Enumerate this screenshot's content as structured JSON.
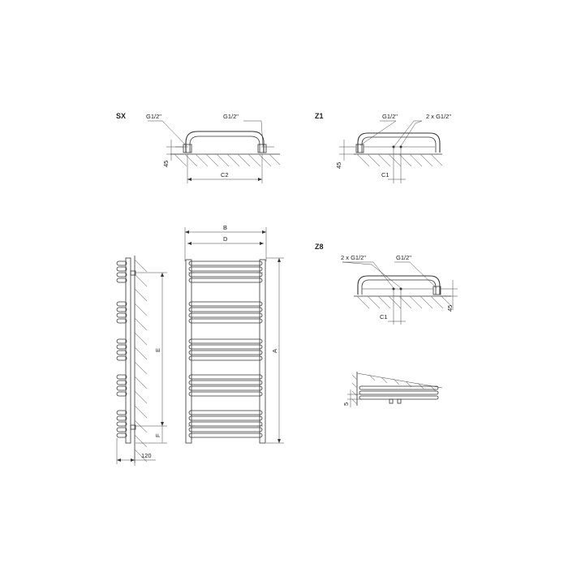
{
  "views": {
    "sx": {
      "title": "SX",
      "left_connector": "G1/2\"",
      "right_connector": "G1/2\"",
      "height_dim": "45",
      "width_dim": "C2"
    },
    "z1": {
      "title": "Z1",
      "left_connector": "G1/2\"",
      "right_connector": "2 x G1/2\"",
      "height_dim": "45",
      "offset_dim": "C1"
    },
    "z8": {
      "title": "Z8",
      "left_connector": "2 x G1/2\"",
      "right_connector": "G1/2\"",
      "height_dim": "45",
      "offset_dim": "C1"
    },
    "front": {
      "overall_width": "B",
      "inner_width": "D",
      "height": "A"
    },
    "side": {
      "axis_spacing": "E",
      "bottom_offset": "F",
      "depth": "120"
    },
    "detail": {
      "gap_dim": "5"
    }
  }
}
